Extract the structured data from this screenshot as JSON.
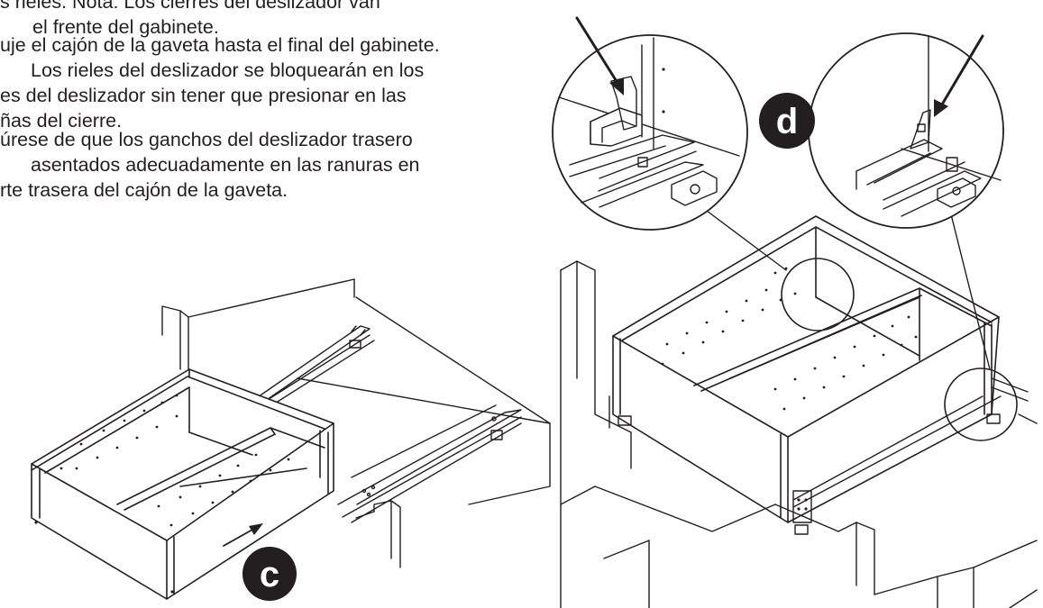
{
  "instructions": {
    "paragraph_0": [
      "s rieles. Nota: Los cierres del deslizador van",
      "el frente del gabinete."
    ],
    "paragraph_1": [
      "uje el cajón de la gaveta hasta el final del gabinete.",
      "Los rieles del deslizador se bloquearán en los",
      "es del deslizador sin tener que presionar en las",
      "ñas del cierre."
    ],
    "paragraph_2": [
      "úrese de que los ganchos del deslizador trasero",
      "asentados adecuadamente en las ranuras en",
      "rte trasera del cajón de la gaveta."
    ]
  },
  "figures": {
    "step_c_label": "c",
    "step_d_label": "d"
  },
  "colors": {
    "ink": "#231f20",
    "badge": "#231f20",
    "paper": "#ffffff"
  }
}
